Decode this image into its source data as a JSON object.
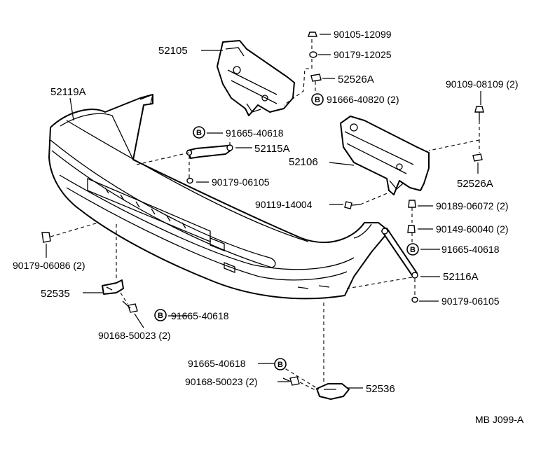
{
  "labels": {
    "p52105": "52105",
    "p52119A": "52119A",
    "p52106": "52106",
    "p52115A": "52115A",
    "p52116A": "52116A",
    "p52535": "52535",
    "p52536": "52536",
    "p52526A_top": "52526A",
    "p52526A_right": "52526A",
    "b90105_12099": "90105-12099",
    "b90179_12025": "90179-12025",
    "b91666_40820": "91666-40820 (2)",
    "b90109_08109": "90109-08109 (2)",
    "b91665_40618_a": "91665-40618",
    "b90179_06105_a": "90179-06105",
    "b90119_14004": "90119-14004",
    "b90189_06072": "90189-06072 (2)",
    "b90149_60040": "90149-60040 (2)",
    "b91665_40618_b": "91665-40618",
    "b90179_06105_b": "90179-06105",
    "b90179_06086": "90179-06086 (2)",
    "b91665_40618_c": "91665-40618",
    "b90168_50023_a": "90168-50023 (2)",
    "b91665_40618_d": "91665-40618",
    "b90168_50023_b": "90168-50023 (2)",
    "badge": "B",
    "footer_code": "MB  J099-A"
  },
  "colors": {
    "line": "#000000",
    "background": "#ffffff"
  }
}
